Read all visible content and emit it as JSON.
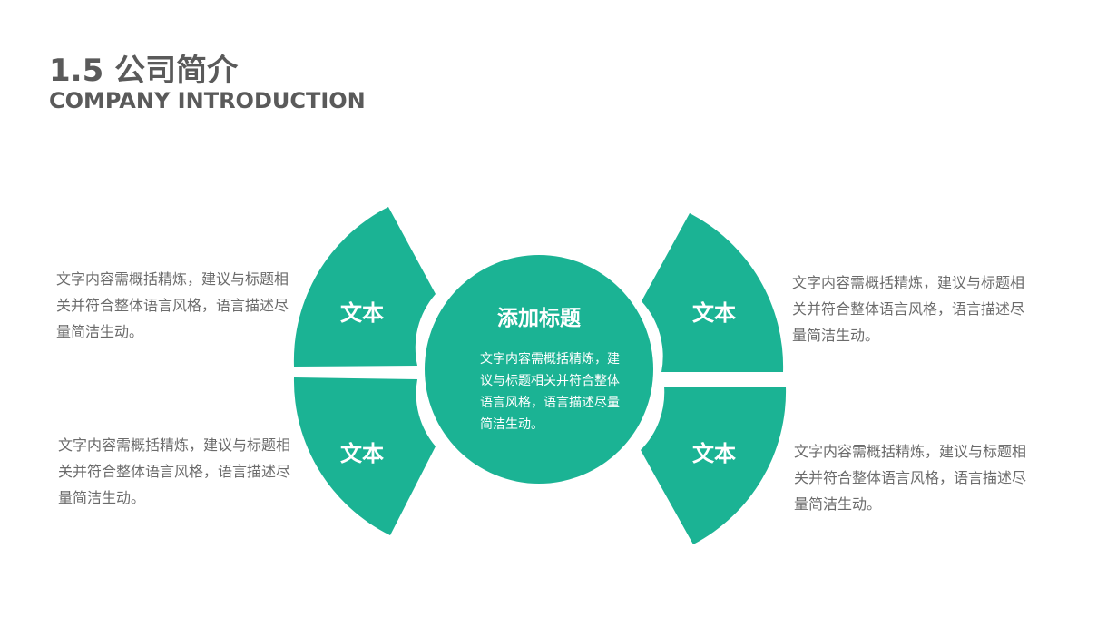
{
  "header": {
    "title": "1.5 公司简介",
    "subtitle": "COMPANY INTRODUCTION"
  },
  "colors": {
    "accent": "#1bb394",
    "title_text": "#5a5a5a",
    "body_text": "#6b6b6b"
  },
  "center": {
    "title": "添加标题",
    "text": "文字内容需概括精炼，建议与标题相关并符合整体语言风格，语言描述尽量简洁生动。"
  },
  "segments": {
    "top_left": {
      "label": "文本"
    },
    "bottom_left": {
      "label": "文本"
    },
    "top_right": {
      "label": "文本"
    },
    "bottom_right": {
      "label": "文本"
    }
  },
  "descriptions": {
    "top_left": "文字内容需概括精炼，建议与标题相关并符合整体语言风格，语言描述尽量简洁生动。",
    "bottom_left": "文字内容需概括精炼，建议与标题相关并符合整体语言风格，语言描述尽量简洁生动。",
    "top_right": "文字内容需概括精炼，建议与标题相关并符合整体语言风格，语言描述尽量简洁生动。",
    "bottom_right": "文字内容需概括精炼，建议与标题相关并符合整体语言风格，语言描述尽量简洁生动。"
  }
}
